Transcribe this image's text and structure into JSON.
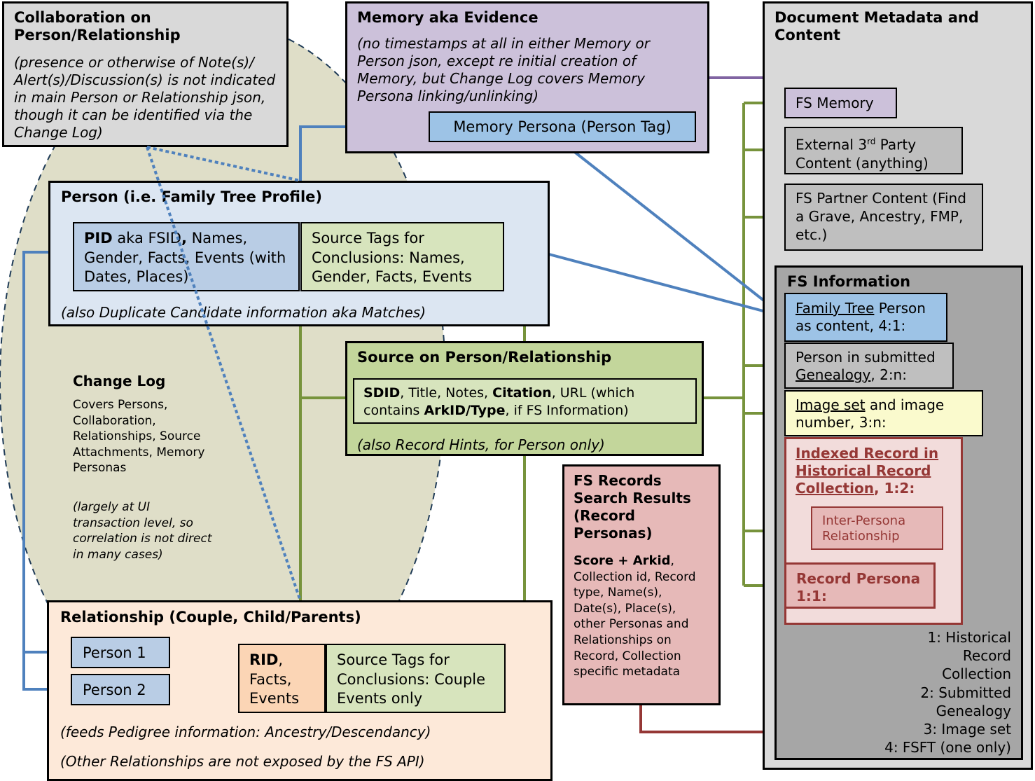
{
  "collaboration": {
    "title": "Collaboration on Person/Relationship",
    "note": "(presence or otherwise of Note(s)/ Alert(s)/Discussion(s) is not indicated in main Person or Relationship json, though it can be identified via the Change Log)"
  },
  "memory": {
    "title": "Memory aka Evidence",
    "note": "(no timestamps at all in either Memory or Person json, except re initial creation of Memory, but Change Log covers Memory Persona linking/unlinking)",
    "persona": "Memory Persona (Person Tag)"
  },
  "document": {
    "title": "Document Metadata and Content",
    "fs_memory": "FS Memory",
    "external_pre": "External 3",
    "external_sup": "rd",
    "external_post": " Party Content (anything)",
    "partner": "FS Partner Content (Find a Grave, Ancestry, FMP, etc.)",
    "fs_information": {
      "title": "FS Information",
      "family_tree_link": "Family Tree",
      "family_tree_rest": " Person as content, 4:1:",
      "submitted_pre": "Person in submitted ",
      "submitted_link": "Genealogy",
      "submitted_post": ", 2:n:",
      "image_link": "Image set",
      "image_rest": " and image number, 3:n:",
      "indexed_title": "Indexed Record in Historical Record Collection",
      "indexed_suffix": ", 1:2:",
      "inter_persona": "Inter-Persona Relationship",
      "record_persona": "Record Persona 1:1:",
      "legend": [
        "1: Historical Record Collection",
        "2: Submitted Genealogy",
        "3: Image set",
        "4: FSFT (one only)"
      ]
    }
  },
  "person": {
    "title": "Person (i.e. Family Tree Profile)",
    "pid_bold": "PID",
    "pid_mid": " aka FSID",
    "pid_comma": ",",
    "pid_rest": " Names, Gender, Facts, Events (with Dates, Places)",
    "source_tags": "Source Tags for Conclusions: Names, Gender, Facts, Events",
    "note": "(also Duplicate Candidate information aka Matches)"
  },
  "change_log": {
    "title": "Change Log",
    "covers": "Covers Persons, Collaboration, Relationships, Source Attachments, Memory Personas",
    "note": "(largely at UI transaction level, so correlation is not direct in many cases)"
  },
  "source": {
    "title": "Source on Person/Relationship",
    "sdid": "SDID",
    "mid1": ", Title, Notes, ",
    "citation": "Citation",
    "mid2": ", URL (which contains ",
    "arkid": "ArkID/Type",
    "end": ", if FS Information)",
    "note": "(also Record Hints, for Person only)"
  },
  "fs_records": {
    "title": "FS Records Search Results (Record Personas)",
    "score_bold": "Score + Arkid",
    "detail": ", Collection id, Record type, Name(s), Date(s), Place(s), other Personas and Relationships on Record, Collection specific metadata"
  },
  "relationship": {
    "title": "Relationship (Couple, Child/Parents)",
    "person1": "Person 1",
    "person2": "Person 2",
    "rid_bold": "RID",
    "rid_rest": ", Facts, Events",
    "source_tags": "Source Tags for Conclusions: Couple Events only",
    "note1": "(feeds Pedigree information: Ancestry/Descendancy)",
    "note2": "(Other Relationships are not exposed by the FS API)"
  },
  "colors": {
    "blue_line": "#4f81bd",
    "green_line": "#77933c",
    "red_line": "#953735",
    "purple_line": "#8064a2",
    "ellipse_fill": "#dfdec8"
  }
}
